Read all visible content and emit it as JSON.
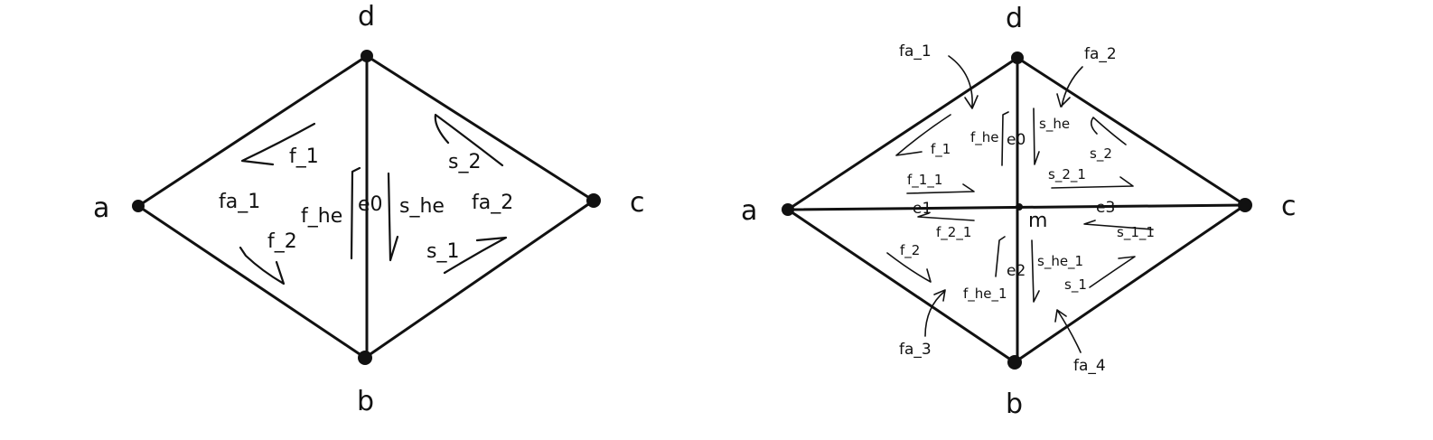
{
  "left": {
    "vertices": {
      "a": "a",
      "b": "b",
      "c": "c",
      "d": "d"
    },
    "edge": "e0",
    "faces": {
      "fa_1": "fa_1",
      "fa_2": "fa_2"
    },
    "halfedges": {
      "f_1": "f_1",
      "f_2": "f_2",
      "f_he": "f_he",
      "s_he": "s_he",
      "s_1": "s_1",
      "s_2": "s_2"
    }
  },
  "right": {
    "vertices": {
      "a": "a",
      "b": "b",
      "c": "c",
      "d": "d",
      "m": "m"
    },
    "edges": {
      "e0": "e0",
      "e1": "e1",
      "e2": "e2",
      "e3": "e3"
    },
    "faces": {
      "fa_1": "fa_1",
      "fa_2": "fa_2",
      "fa_3": "fa_3",
      "fa_4": "fa_4"
    },
    "halfedges": {
      "f_1": "f_1",
      "f_he": "f_he",
      "s_he": "s_he",
      "s_2": "s_2",
      "f_1_1": "f_1_1",
      "s_2_1": "s_2_1",
      "f_2_1": "f_2_1",
      "s_1_1": "s_1_1",
      "f_2": "f_2",
      "f_he_1": "f_he_1",
      "s_he_1": "s_he_1",
      "s_1": "s_1"
    }
  }
}
